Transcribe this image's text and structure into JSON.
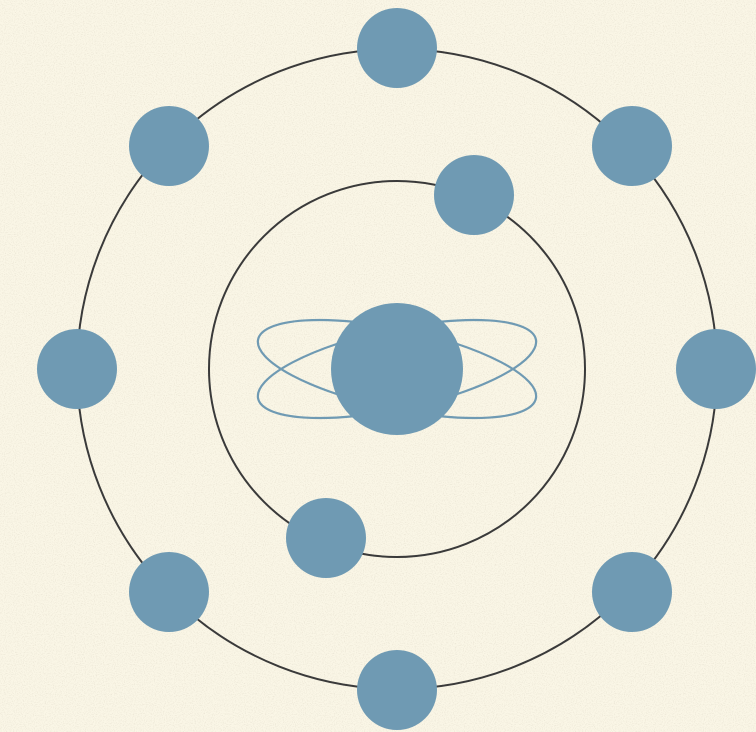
{
  "diagram": {
    "type": "atom-model",
    "nucleus": {
      "color": "#6f9ab3"
    },
    "electron_color": "#6f9ab3",
    "shell_line_color": "#3a3a3a",
    "nucleus_orbits": {
      "count": 2,
      "color": "#6f9ab3"
    },
    "shells": [
      {
        "name": "inner-shell",
        "electron_count": 2
      },
      {
        "name": "outer-shell",
        "electron_count": 8
      }
    ],
    "background": "#faf6e6"
  }
}
